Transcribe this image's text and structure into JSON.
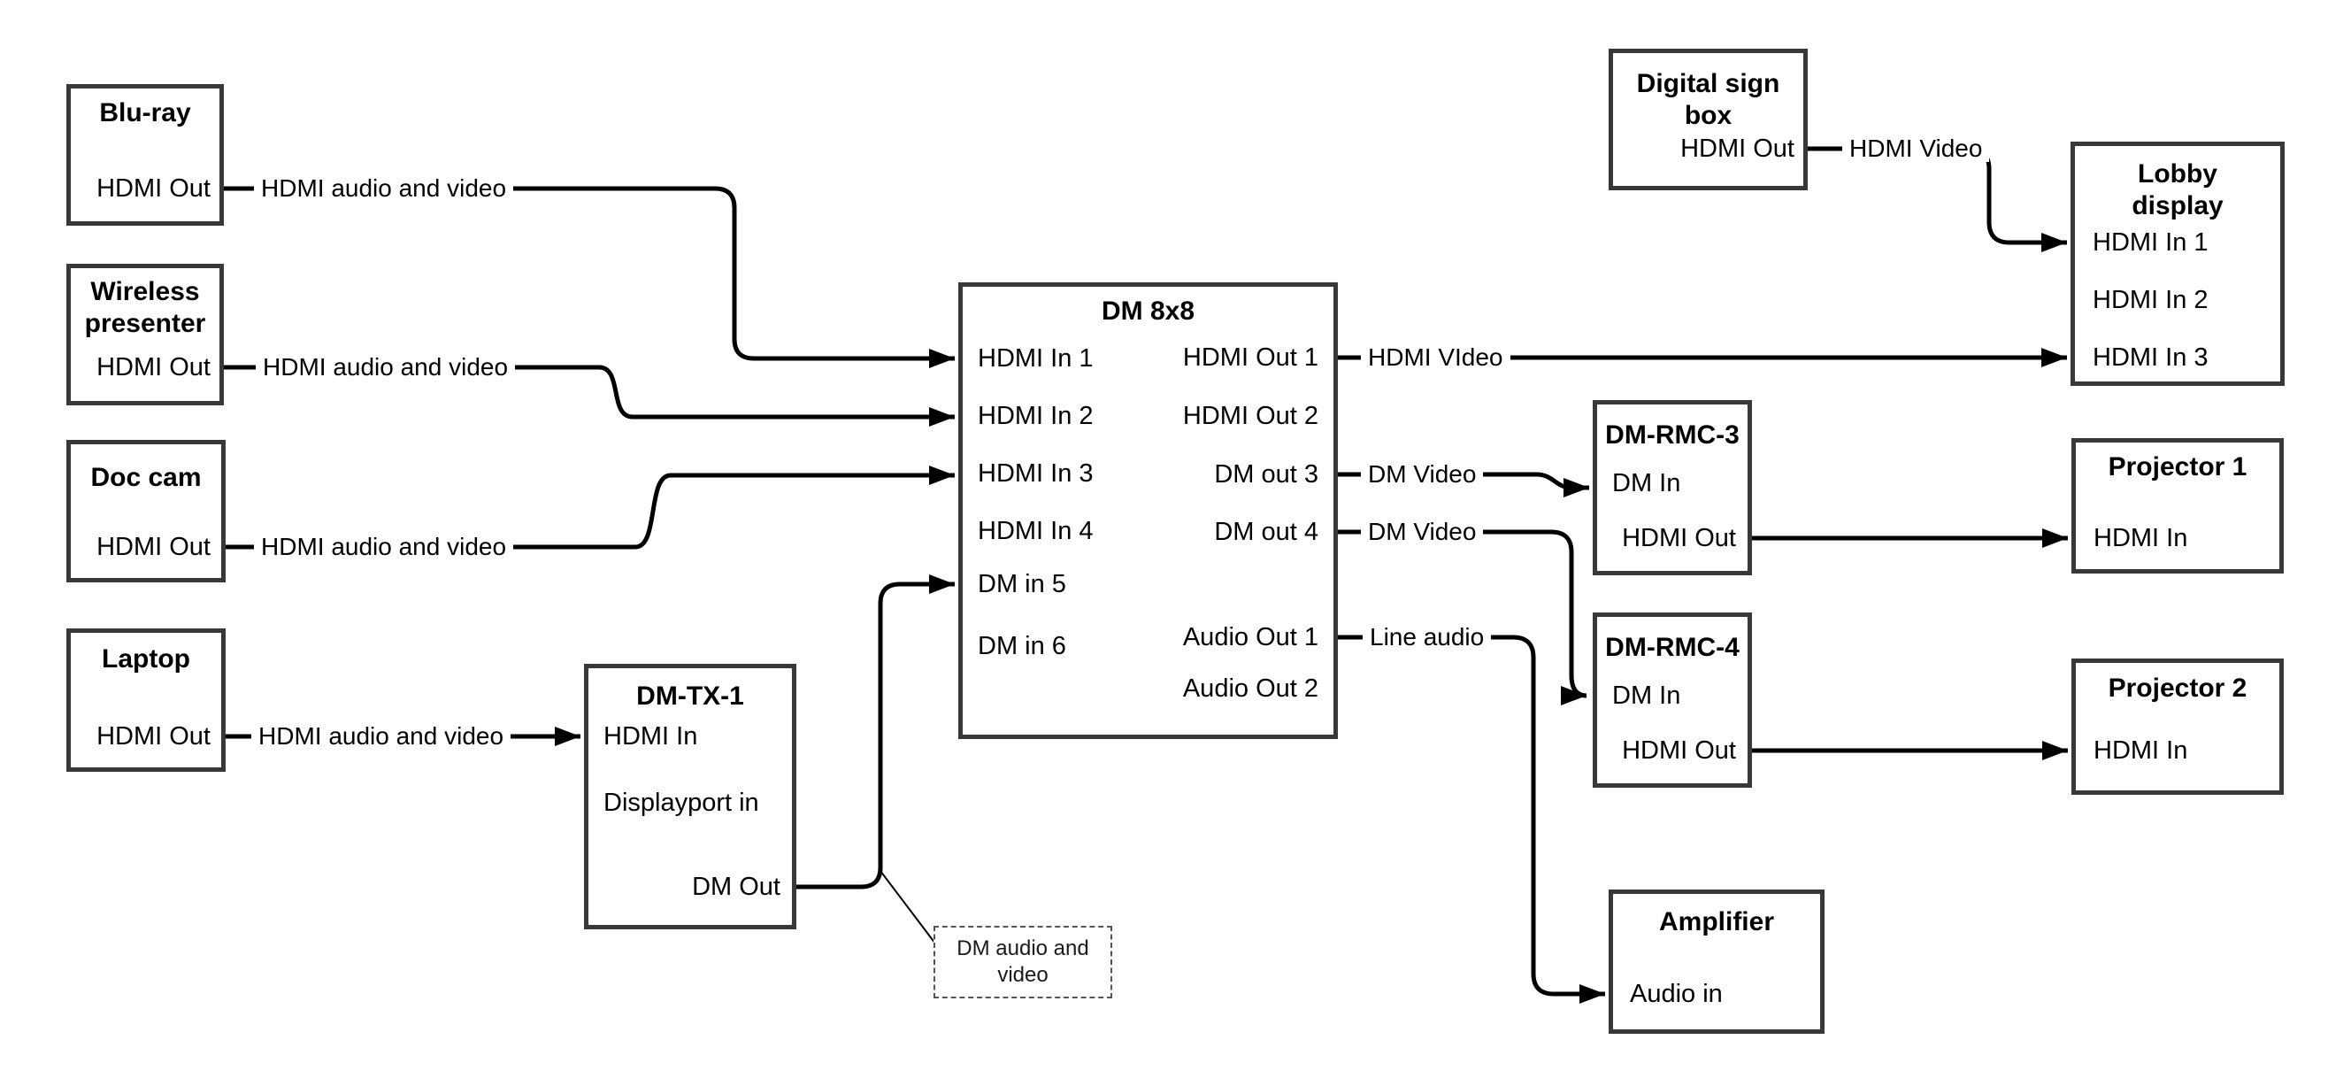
{
  "diagram": {
    "background": "#ffffff",
    "line_color": "#000000",
    "box_border_color": "#383838"
  },
  "boxes": {
    "bluray": {
      "title": "Blu-ray",
      "port_out": "HDMI Out"
    },
    "wireless": {
      "title": "Wireless presenter",
      "port_out": "HDMI Out"
    },
    "doccam": {
      "title": "Doc cam",
      "port_out": "HDMI Out"
    },
    "laptop": {
      "title": "Laptop",
      "port_out": "HDMI Out"
    },
    "dmtx1": {
      "title": "DM-TX-1",
      "port_hdmi_in": "HDMI In",
      "port_dp_in": "Displayport in",
      "port_dm_out": "DM Out"
    },
    "dm8x8": {
      "title": "DM 8x8",
      "inputs": [
        "HDMI In 1",
        "HDMI In 2",
        "HDMI In 3",
        "HDMI In 4",
        "DM in 5",
        "DM in 6"
      ],
      "outputs": [
        "HDMI Out 1",
        "HDMI Out 2",
        "DM out 3",
        "DM out 4",
        "Audio Out 1",
        "Audio Out 2"
      ]
    },
    "digisign": {
      "title": "Digital sign box",
      "port_out": "HDMI Out"
    },
    "lobby": {
      "title": "Lobby display",
      "inputs": [
        "HDMI In 1",
        "HDMI In 2",
        "HDMI In 3"
      ]
    },
    "rmc3": {
      "title": "DM-RMC-3",
      "port_in": "DM In",
      "port_out": "HDMI Out"
    },
    "proj1": {
      "title": "Projector 1",
      "port_in": "HDMI In"
    },
    "rmc4": {
      "title": "DM-RMC-4",
      "port_in": "DM In",
      "port_out": "HDMI Out"
    },
    "proj2": {
      "title": "Projector 2",
      "port_in": "HDMI In"
    },
    "amp": {
      "title": "Amplifier",
      "port_in": "Audio in"
    }
  },
  "wire_labels": {
    "bluray_line": "HDMI audio and video",
    "wireless_line": "HDMI audio and video",
    "doccam_line": "HDMI audio and video",
    "laptop_line": "HDMI audio and video",
    "digisign_line": "HDMI Video",
    "hdmi_out1_line": "HDMI VIdeo",
    "dm_out3_line": "DM Video",
    "dm_out4_line": "DM Video",
    "audio_out1_line": "Line audio"
  },
  "note": {
    "text": "DM audio and video"
  }
}
